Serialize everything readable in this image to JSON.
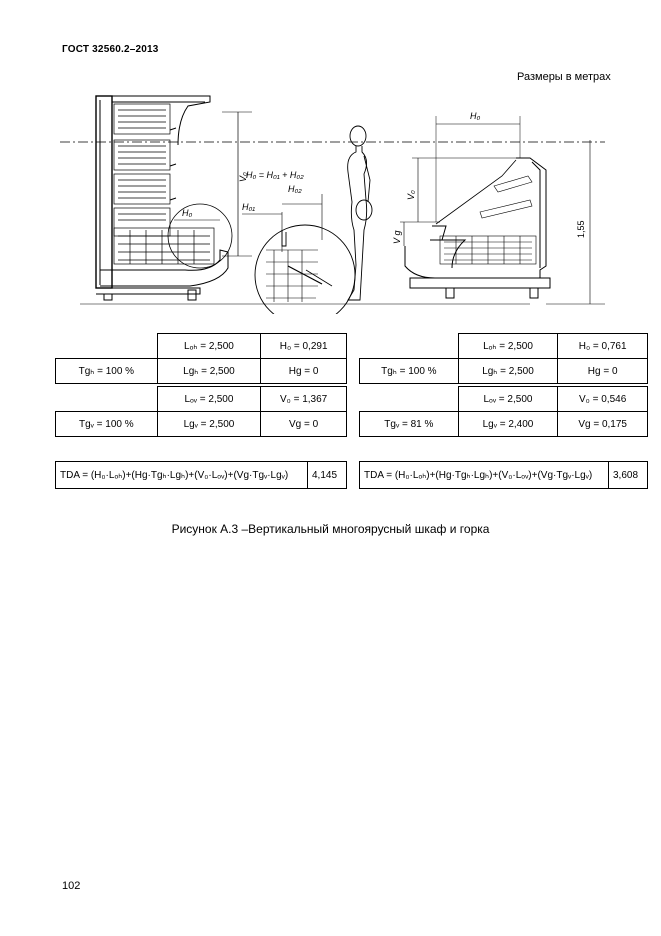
{
  "header": {
    "standard": "ГОСТ  32560.2–2013"
  },
  "units_note": "Размеры в метрах",
  "drawing": {
    "left_formula": "H₀ = H₀₁ + H₀₂",
    "left_labels": {
      "vo": "V₀",
      "ho": "H₀",
      "ho1": "H₀₁",
      "ho2": "H₀₂"
    },
    "right_labels": {
      "ho": "H₀",
      "vo": "V₀",
      "vg": "V g",
      "height": "1,55"
    }
  },
  "table_left": {
    "r1": {
      "c2": "Lₒₕ = 2,500",
      "c3": "H₀ = 0,291"
    },
    "r2": {
      "c1": "Tgₕ = 100 %",
      "c2": "Lgₕ = 2,500",
      "c3": "Hg = 0"
    },
    "r3": {
      "c2": "Lₒᵥ = 2,500",
      "c3": "V₀ = 1,367"
    },
    "r4": {
      "c1": "Tgᵥ = 100 %",
      "c2": "Lgᵥ = 2,500",
      "c3": "Vg = 0"
    }
  },
  "table_right": {
    "r1": {
      "c2": "Lₒₕ = 2,500",
      "c3": "H₀ = 0,761"
    },
    "r2": {
      "c1": "Tgₕ = 100 %",
      "c2": "Lgₕ = 2,500",
      "c3": "Hg = 0"
    },
    "r3": {
      "c2": "Lₒᵥ = 2,500",
      "c3": "V₀ = 0,546"
    },
    "r4": {
      "c1": "Tgᵥ = 81 %",
      "c2": "Lgᵥ = 2,400",
      "c3": "Vg = 0,175"
    }
  },
  "tda_left": {
    "formula": "TDA = (H₀·Lₒₕ)+(Hg·Tgₕ·Lgₕ)+(V₀·Lₒᵥ)+(Vg·Tgᵥ·Lgᵥ)",
    "value": "4,145"
  },
  "tda_right": {
    "formula": "TDA = (H₀·Lₒₕ)+(Hg·Tgₕ·Lgₕ)+(V₀·Lₒᵥ)+(Vg·Tgᵥ·Lgᵥ)",
    "value": "3,608"
  },
  "caption": "Рисунок А.3 –Вертикальный многоярусный шкаф и горка",
  "page_number": "102"
}
